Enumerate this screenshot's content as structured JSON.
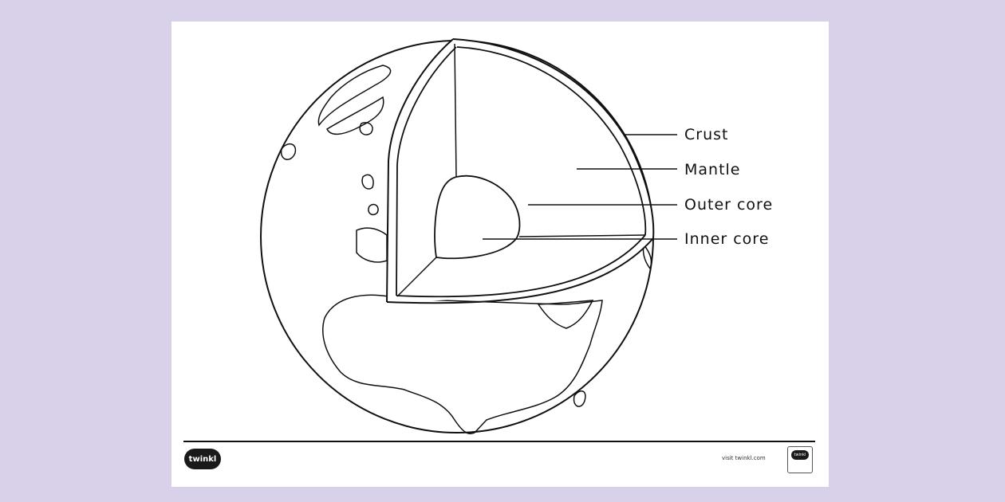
{
  "labels": {
    "crust": "Crust",
    "mantle": "Mantle",
    "outer_core": "Outer core",
    "inner_core": "Inner core"
  },
  "footer": {
    "logo_text": "twinkl",
    "site_text": "visit twinkl.com",
    "badge_text": "twinkl"
  },
  "colors": {
    "background": "#d9d0ea",
    "sheet": "#ffffff",
    "ink": "#111111"
  }
}
